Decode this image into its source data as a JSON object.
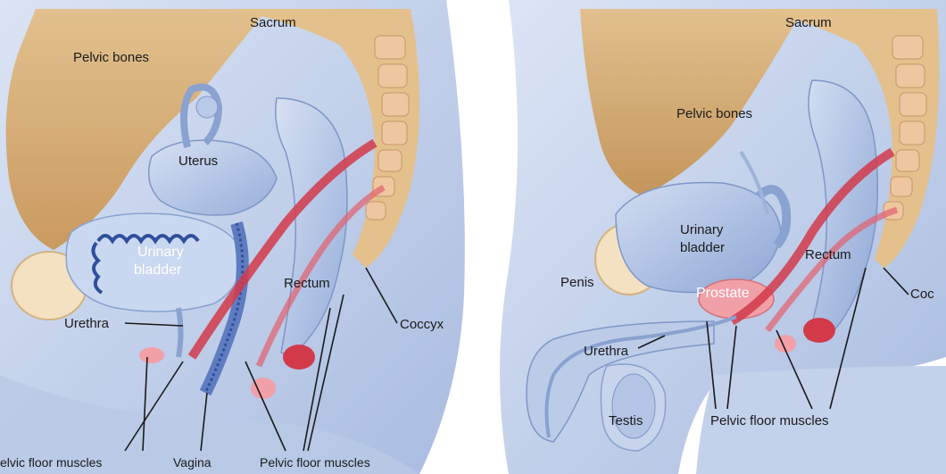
{
  "female": {
    "sacrum": "Sacrum",
    "pelvic_bones": "Pelvic bones",
    "uterus": "Uterus",
    "urinary_bladder_1": "Urinary",
    "urinary_bladder_2": "bladder",
    "rectum": "Rectum",
    "urethra": "Urethra",
    "coccyx": "Coccyx",
    "pelvic_floor_muscles_left": "elvic floor muscles",
    "vagina": "Vagina",
    "pelvic_floor_muscles_right": "Pelvic floor muscles"
  },
  "male": {
    "sacrum": "Sacrum",
    "pelvic_bones": "Pelvic bones",
    "urinary_bladder_1": "Urinary",
    "urinary_bladder_2": "bladder",
    "rectum": "Rectum",
    "penis": "Penis",
    "prostate": "Prostate",
    "coccyx": "Coc",
    "urethra": "Urethra",
    "testis": "Testis",
    "pelvic_floor_muscles": "Pelvic floor muscles"
  },
  "colors": {
    "bone": "#d9b27c",
    "bone_dark": "#b88a55",
    "sacrum_vertebra": "#e8b890",
    "body_blue": "#c9d6ee",
    "body_blue_dark": "#9fb3da",
    "organ_blue": "#b4c6e6",
    "muscle_red": "#d23a4a",
    "muscle_pink": "#f2a0a8",
    "background": "#ffffff"
  }
}
